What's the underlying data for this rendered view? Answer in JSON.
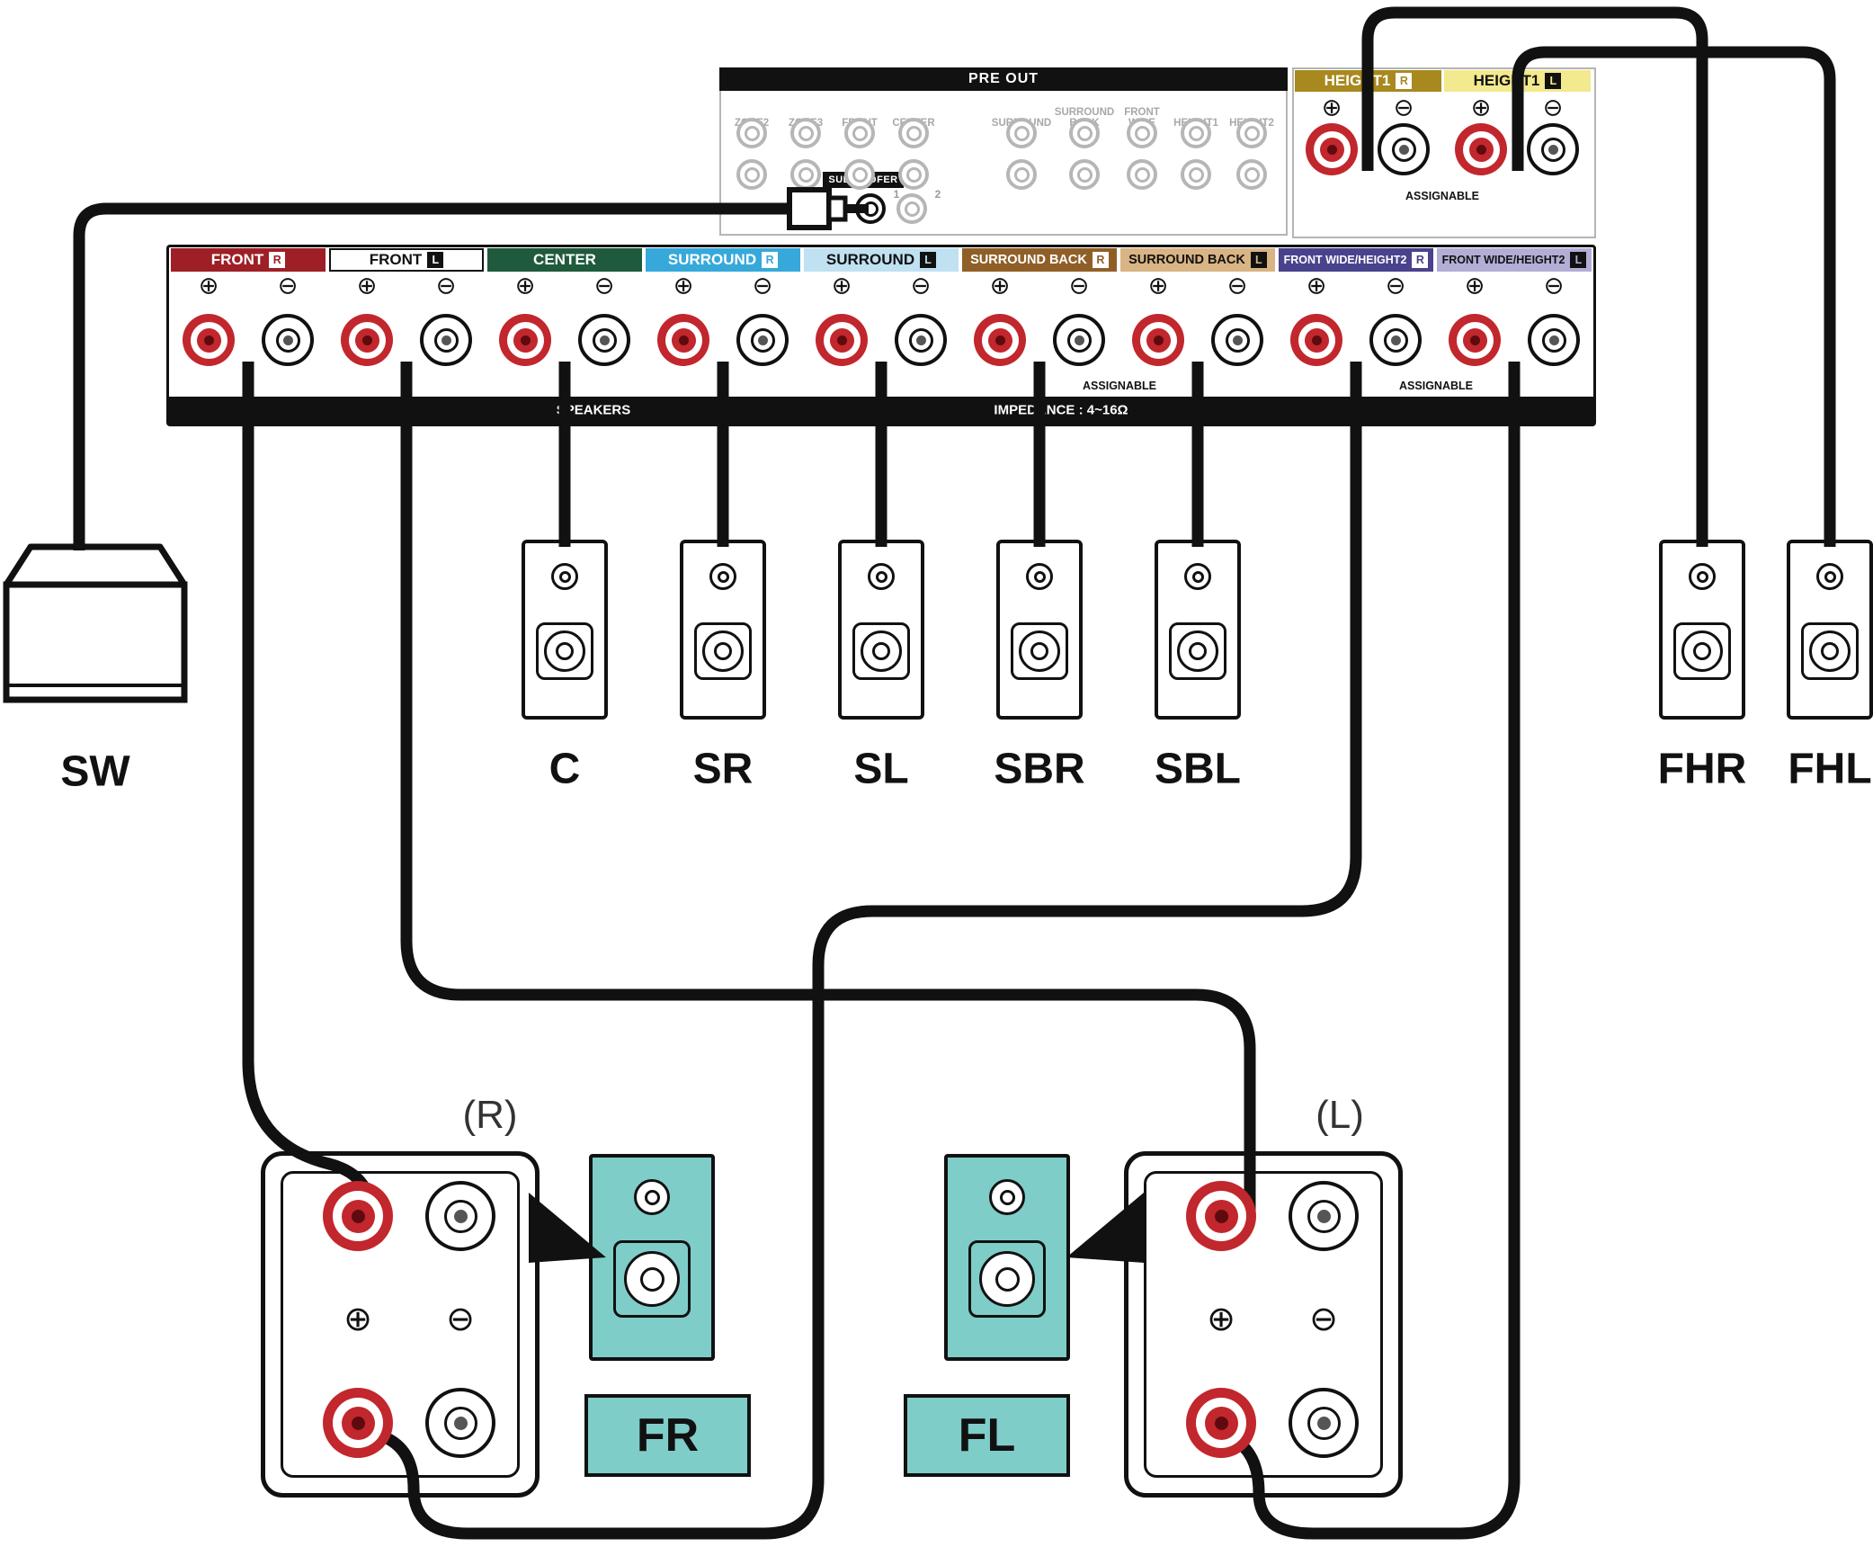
{
  "preout": {
    "title": "PRE OUT",
    "columns": [
      {
        "label": "ZONE2"
      },
      {
        "label": "ZONE3"
      },
      {
        "label": "FRONT"
      },
      {
        "label": "CENTER"
      },
      {
        "label": "SURROUND"
      },
      {
        "label": "SURROUND BACK"
      },
      {
        "label": "FRONT WIDE"
      },
      {
        "label": "HEIGHT1"
      },
      {
        "label": "HEIGHT2"
      }
    ],
    "subwoofer_label": "SUBWOOFER",
    "subwoofer_jack_numbers": [
      "1",
      "2"
    ]
  },
  "height1": {
    "sections": [
      {
        "id": "height1-r",
        "label": "HEIGHT1",
        "side": "R",
        "bg": "#a8891f",
        "fg": "#ffffff"
      },
      {
        "id": "height1-l",
        "label": "HEIGHT1",
        "side": "L",
        "bg": "#f3e98e",
        "fg": "#111111"
      }
    ],
    "assignable": "ASSIGNABLE"
  },
  "terminals": {
    "sections": [
      {
        "id": "front-r",
        "label": "FRONT",
        "side": "R",
        "bg": "#9e1f26",
        "fg": "#ffffff"
      },
      {
        "id": "front-l",
        "label": "FRONT",
        "side": "L",
        "bg": "#ffffff",
        "fg": "#111111"
      },
      {
        "id": "center",
        "label": "CENTER",
        "side": "",
        "bg": "#1f5a3c",
        "fg": "#ffffff"
      },
      {
        "id": "surround-r",
        "label": "SURROUND",
        "side": "R",
        "bg": "#36a9da",
        "fg": "#ffffff"
      },
      {
        "id": "surround-l",
        "label": "SURROUND",
        "side": "L",
        "bg": "#bfe1f1",
        "fg": "#111111"
      },
      {
        "id": "surround-back-r",
        "label": "SURROUND BACK",
        "side": "R",
        "bg": "#905f27",
        "fg": "#ffffff"
      },
      {
        "id": "surround-back-l",
        "label": "SURROUND BACK",
        "side": "L",
        "bg": "#d9b484",
        "fg": "#111111"
      },
      {
        "id": "front-wide-height2-r",
        "label": "FRONT WIDE/HEIGHT2",
        "side": "R",
        "bg": "#49428c",
        "fg": "#ffffff"
      },
      {
        "id": "front-wide-height2-l",
        "label": "FRONT WIDE/HEIGHT2",
        "side": "L",
        "bg": "#b3aed6",
        "fg": "#111111"
      }
    ],
    "assignable": "ASSIGNABLE",
    "speakers_caption": "SPEAKERS",
    "impedance_caption": "IMPEDANCE : 4~16Ω"
  },
  "symbols": {
    "plus": "⊕",
    "minus": "⊖"
  },
  "speakers": {
    "subwoofer": {
      "id": "sw",
      "label": "SW"
    },
    "mid": [
      {
        "id": "c",
        "label": "C"
      },
      {
        "id": "sr",
        "label": "SR"
      },
      {
        "id": "sl",
        "label": "SL"
      },
      {
        "id": "sbr",
        "label": "SBR"
      },
      {
        "id": "sbl",
        "label": "SBL"
      },
      {
        "id": "fhr",
        "label": "FHR"
      },
      {
        "id": "fhl",
        "label": "FHL"
      }
    ]
  },
  "front_pair": {
    "right": {
      "channel_label": "(R)",
      "box_label": "FR"
    },
    "left": {
      "channel_label": "(L)",
      "box_label": "FL"
    }
  },
  "colors": {
    "accent_teal": "#7fcdc9",
    "post_red": "#c1272d",
    "cable_black": "#111111"
  }
}
